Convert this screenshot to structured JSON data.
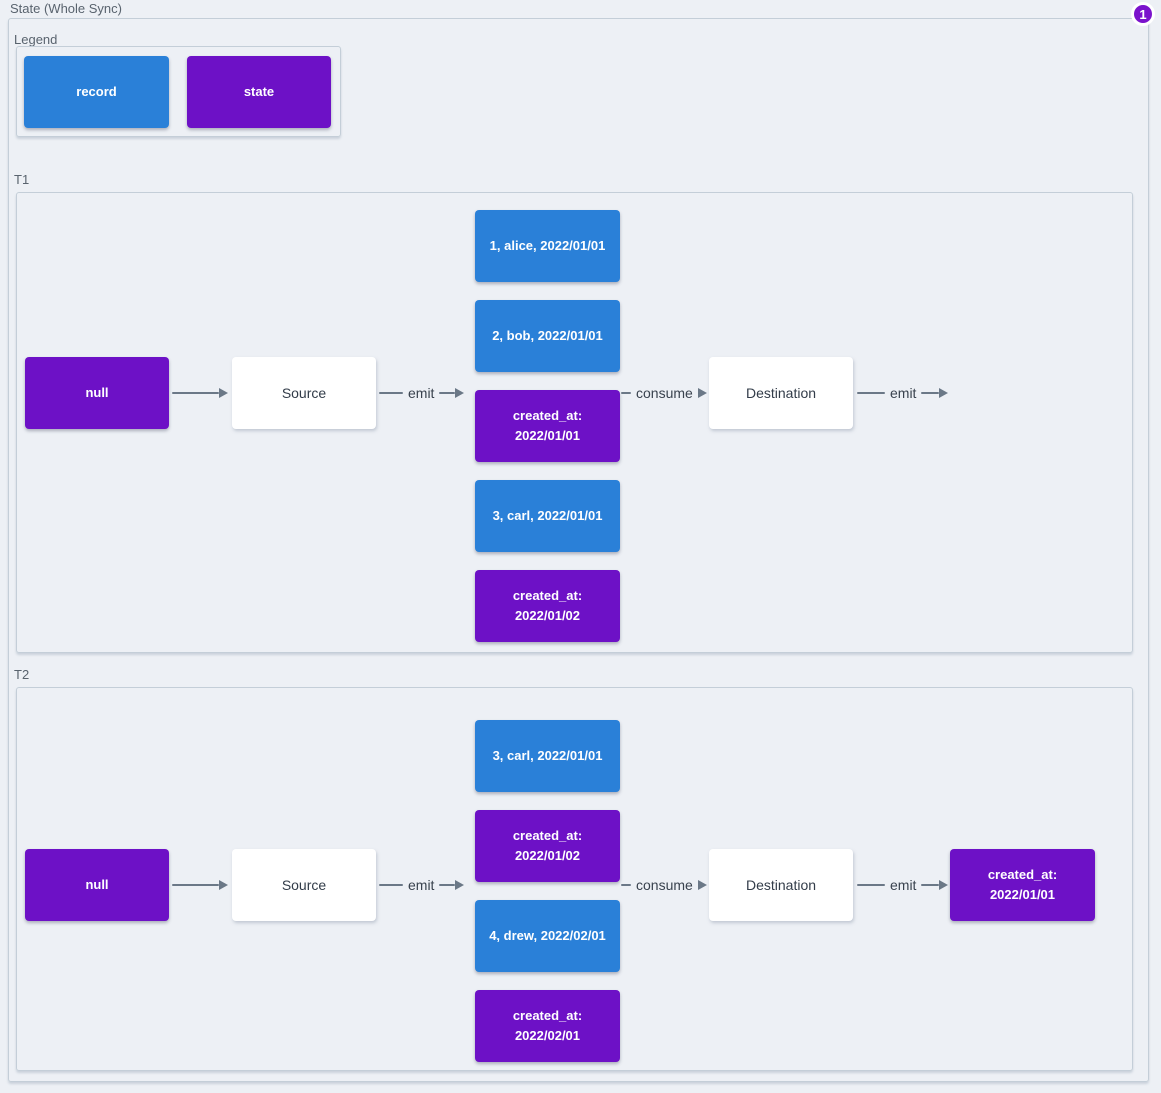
{
  "title": "State (Whole Sync)",
  "badge_count": "1",
  "legend": {
    "label": "Legend",
    "record_label": "record",
    "state_label": "state"
  },
  "sections": [
    {
      "label": "T1",
      "initial_state": "null",
      "source_label": "Source",
      "destination_label": "Destination",
      "emit_label": "emit",
      "consume_label": "consume",
      "emit_out_label": "emit",
      "stack": [
        {
          "type": "record",
          "text": "1, alice, 2022/01/01"
        },
        {
          "type": "record",
          "text": "2, bob, 2022/01/01"
        },
        {
          "type": "state",
          "line1": "created_at:",
          "line2": "2022/01/01"
        },
        {
          "type": "record",
          "text": "3, carl, 2022/01/01"
        },
        {
          "type": "state",
          "line1": "created_at:",
          "line2": "2022/01/02"
        }
      ]
    },
    {
      "label": "T2",
      "initial_state": "null",
      "source_label": "Source",
      "destination_label": "Destination",
      "emit_label": "emit",
      "consume_label": "consume",
      "emit_out_label": "emit",
      "stack": [
        {
          "type": "record",
          "text": "3, carl, 2022/01/01"
        },
        {
          "type": "state",
          "line1": "created_at:",
          "line2": "2022/01/02"
        },
        {
          "type": "record",
          "text": "4, drew, 2022/02/01"
        },
        {
          "type": "state",
          "line1": "created_at:",
          "line2": "2022/02/01"
        }
      ],
      "emitted_state": {
        "line1": "created_at:",
        "line2": "2022/01/01"
      }
    }
  ],
  "colors": {
    "record": "#2a80d8",
    "state": "#6d11c6",
    "badge": "#7b12cc",
    "background": "#edf0f5",
    "edge": "#6b7887"
  }
}
